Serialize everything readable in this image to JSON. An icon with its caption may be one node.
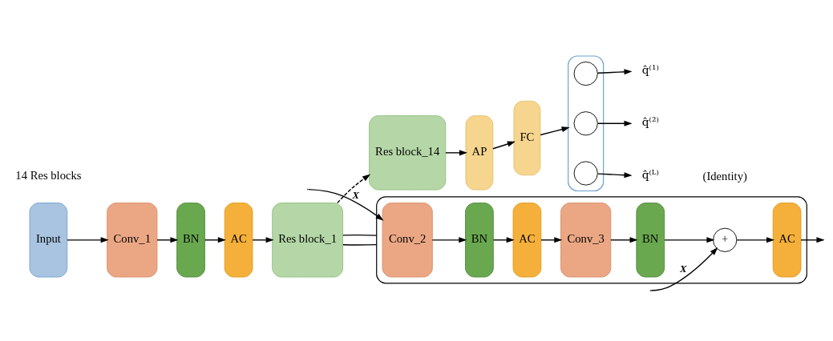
{
  "diagram": {
    "nodes": [
      {
        "text": [
          "Input"
        ]
      },
      {
        "text": [
          "Conv_1"
        ]
      },
      {
        "text": [
          "BN"
        ]
      },
      {
        "text": [
          "AC"
        ]
      },
      {
        "text": [
          "Res block_1"
        ]
      },
      {
        "text": [
          "Res block_14"
        ]
      },
      {
        "text": [
          "AP"
        ]
      },
      {
        "text": [
          "FC"
        ]
      },
      {
        "text": [],
        "shape": "box"
      },
      {
        "text": [],
        "shape": "circle",
        "in": 8
      },
      {
        "text": [],
        "shape": "circle",
        "in": 8
      },
      {
        "text": [],
        "shape": "circle",
        "in": 8
      },
      {
        "text": [
          "q̂⁽¹⁾"
        ]
      },
      {
        "text": [
          "q̂⁽²⁾"
        ]
      },
      {
        "text": [
          "q̂⁽ᴸ⁾"
        ]
      },
      {
        "text": [],
        "shape": "box"
      },
      {
        "text": [
          "Conv_2"
        ],
        "in": 15
      },
      {
        "text": [
          "BN"
        ],
        "in": 15
      },
      {
        "text": [
          "AC"
        ],
        "in": 15
      },
      {
        "text": [
          "Conv_3"
        ],
        "in": 15
      },
      {
        "text": [
          "BN"
        ],
        "in": 15
      },
      {
        "text": [
          "+"
        ],
        "in": 15
      },
      {
        "text": [
          "AC"
        ],
        "in": 15
      }
    ],
    "edges": [
      {
        "from": 0,
        "to": 1,
        "arrow": "to"
      },
      {
        "from": 1,
        "to": 2,
        "arrow": "to"
      },
      {
        "from": 2,
        "to": 3,
        "arrow": "to"
      },
      {
        "from": 3,
        "to": 4,
        "arrow": "to"
      },
      {
        "from": 4,
        "to": 5,
        "arrow": "to",
        "style": "dashed"
      },
      {
        "from": 5,
        "to": 6,
        "arrow": "to"
      },
      {
        "from": 6,
        "to": 7,
        "arrow": "to"
      },
      {
        "from": 7,
        "to": 8,
        "arrow": "to"
      },
      {
        "from": 9,
        "to": 12,
        "arrow": "to"
      },
      {
        "from": 10,
        "to": 13,
        "arrow": "to"
      },
      {
        "from": 11,
        "to": 14,
        "arrow": "to"
      },
      {
        "from": 4,
        "to": 15,
        "arrow": "none"
      },
      {
        "from": 4,
        "to": 15,
        "arrow": "none"
      },
      {
        "from": null,
        "to": 16,
        "arrow": "to",
        "label": "X"
      },
      {
        "from": 16,
        "to": 17,
        "arrow": "to"
      },
      {
        "from": 17,
        "to": 18,
        "arrow": "to"
      },
      {
        "from": 18,
        "to": 19,
        "arrow": "to"
      },
      {
        "from": 19,
        "to": 20,
        "arrow": "to"
      },
      {
        "from": 20,
        "to": 21,
        "arrow": "to"
      },
      {
        "from": null,
        "to": 21,
        "arrow": "to",
        "label": "X"
      },
      {
        "from": 21,
        "to": 22,
        "arrow": "to"
      },
      {
        "from": 22,
        "to": null,
        "arrow": "to"
      }
    ],
    "labels": [
      "14 Res blocks",
      "(Identity)"
    ]
  }
}
